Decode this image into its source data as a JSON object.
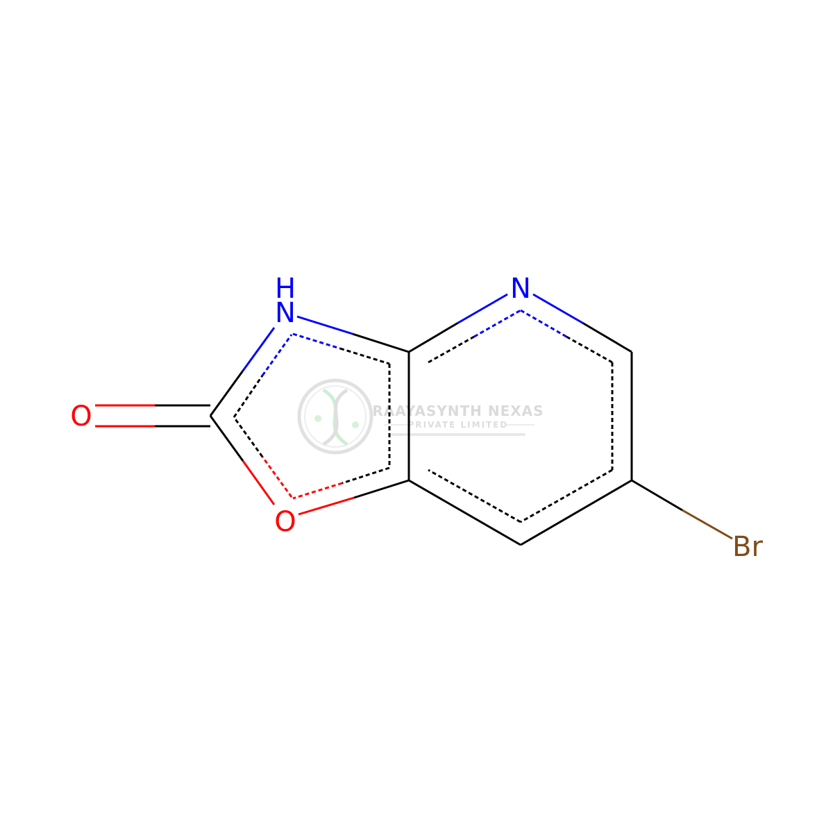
{
  "colors": {
    "carbon": "#000000",
    "nitrogen": "#0000FF",
    "oxygen": "#FF0000",
    "bromine": "#7F4C19",
    "watermark": "#d7d7d7",
    "watermark_accent": "#b9e6c3"
  },
  "atoms": {
    "carbonyl_oxygen": "O",
    "ring_oxygen": "O",
    "nh_hydrogen": "H",
    "nh_nitrogen": "N",
    "pyridine_nitrogen": "N",
    "bromine": "Br"
  },
  "watermark": {
    "company": "RAAYASYNTH NEXAS",
    "company_line2": "PRIVATE LIMITED"
  }
}
